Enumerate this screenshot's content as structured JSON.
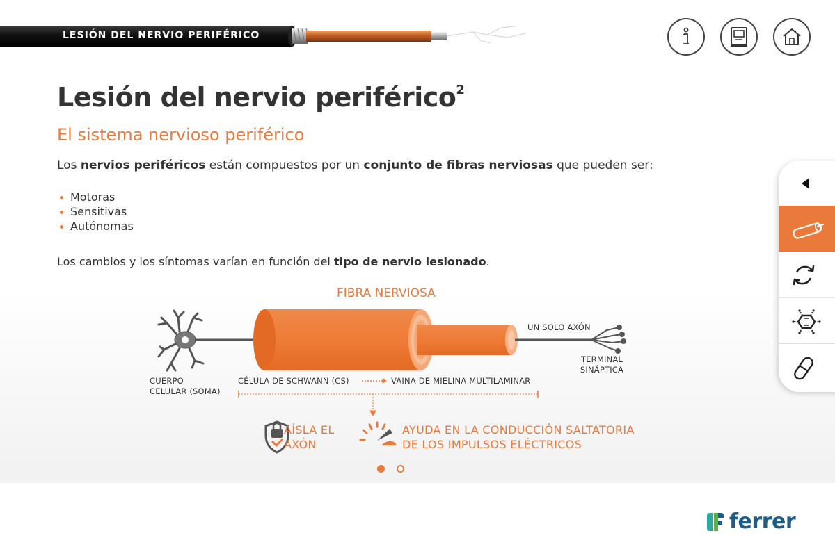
{
  "header": {
    "section_title": "LESIÓN DEL NERVIO PERIFÉRICO",
    "buttons": {
      "info": "info-icon",
      "book": "book-icon",
      "home": "home-icon"
    }
  },
  "main": {
    "title": "Lesión del nervio periférico",
    "title_superscript": "2",
    "subtitle": "El sistema nervioso periférico",
    "intro": {
      "t1": "Los ",
      "b1": "nervios periféricos",
      "t2": " están compuestos por un ",
      "b2": "conjunto de fibras nerviosas",
      "t3": " que pueden ser:"
    },
    "bullets": [
      "Motoras",
      "Sensitivas",
      "Autónomas"
    ],
    "outro": {
      "t1": "Los cambios y los síntomas varían en función del ",
      "b1": "tipo de nervio lesionado",
      "t2": "."
    }
  },
  "diagram": {
    "title": "FIBRA NERVIOSA",
    "labels": {
      "solo_axon": "UN SOLO AXÓN",
      "terminal_1": "TERMINAL",
      "terminal_2": "SINÁPTICA",
      "cuerpo_1": "CUERPO",
      "cuerpo_2": "CELULAR (SOMA)",
      "schwann": "CÉLULA DE SCHWANN (CS)",
      "vaina": "VAINA DE MIELINA MULTILAMINAR"
    },
    "functions": {
      "aisla_1": "AÍSLA EL",
      "aisla_2": "AXÓN",
      "ayuda_1": "AYUDA EN LA CONDUCCIÓN SALTATORIA",
      "ayuda_2": "DE LOS IMPULSOS ELÉCTRICOS"
    }
  },
  "pagination": {
    "current": 1,
    "total": 2
  },
  "side_nav": {
    "items": [
      "back-arrow-icon",
      "cable-icon",
      "cycle-icon",
      "molecule-icon",
      "pill-icon"
    ],
    "active": "cable-icon"
  },
  "logo": {
    "text": "ferrer"
  },
  "colors": {
    "accent": "#e97a3c",
    "brand": "#1f5c86",
    "text": "#333333"
  }
}
